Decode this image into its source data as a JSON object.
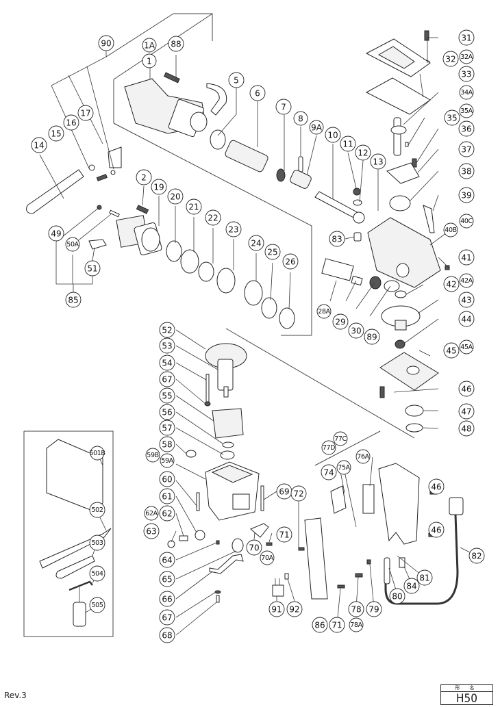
{
  "diagram": {
    "title": "Exploded parts diagram",
    "model_label_caption": "形 名",
    "model": "H50",
    "revision": "Rev.3",
    "accessory_box_items": [
      "501B",
      "502",
      "503",
      "504",
      "505"
    ],
    "callouts": [
      {
        "id": "c90",
        "label": "90"
      },
      {
        "id": "c1A",
        "label": "1A"
      },
      {
        "id": "c88",
        "label": "88"
      },
      {
        "id": "c1",
        "label": "1"
      },
      {
        "id": "c5",
        "label": "5"
      },
      {
        "id": "c6",
        "label": "6"
      },
      {
        "id": "c7",
        "label": "7"
      },
      {
        "id": "c8",
        "label": "8"
      },
      {
        "id": "c9A",
        "label": "9A"
      },
      {
        "id": "c10",
        "label": "10"
      },
      {
        "id": "c11",
        "label": "11"
      },
      {
        "id": "c12",
        "label": "12"
      },
      {
        "id": "c13",
        "label": "13"
      },
      {
        "id": "c17",
        "label": "17"
      },
      {
        "id": "c16",
        "label": "16"
      },
      {
        "id": "c15",
        "label": "15"
      },
      {
        "id": "c14",
        "label": "14"
      },
      {
        "id": "c31",
        "label": "31"
      },
      {
        "id": "c32",
        "label": "32"
      },
      {
        "id": "c32A",
        "label": "32A"
      },
      {
        "id": "c33",
        "label": "33"
      },
      {
        "id": "c34A",
        "label": "34A"
      },
      {
        "id": "c35",
        "label": "35"
      },
      {
        "id": "c35A",
        "label": "35A"
      },
      {
        "id": "c36",
        "label": "36"
      },
      {
        "id": "c37",
        "label": "37"
      },
      {
        "id": "c38",
        "label": "38"
      },
      {
        "id": "c39",
        "label": "39"
      },
      {
        "id": "c40B",
        "label": "40B"
      },
      {
        "id": "c40C",
        "label": "40C"
      },
      {
        "id": "c41",
        "label": "41"
      },
      {
        "id": "c42",
        "label": "42"
      },
      {
        "id": "c42A",
        "label": "42A"
      },
      {
        "id": "c43",
        "label": "43"
      },
      {
        "id": "c44",
        "label": "44"
      },
      {
        "id": "c45",
        "label": "45"
      },
      {
        "id": "c45A",
        "label": "45A"
      },
      {
        "id": "c46a",
        "label": "46"
      },
      {
        "id": "c47",
        "label": "47"
      },
      {
        "id": "c48",
        "label": "48"
      },
      {
        "id": "c83",
        "label": "83"
      },
      {
        "id": "c28A",
        "label": "28A"
      },
      {
        "id": "c29",
        "label": "29"
      },
      {
        "id": "c30",
        "label": "30"
      },
      {
        "id": "c89",
        "label": "89"
      },
      {
        "id": "c2",
        "label": "2"
      },
      {
        "id": "c19",
        "label": "19"
      },
      {
        "id": "c20",
        "label": "20"
      },
      {
        "id": "c21",
        "label": "21"
      },
      {
        "id": "c22",
        "label": "22"
      },
      {
        "id": "c23",
        "label": "23"
      },
      {
        "id": "c24",
        "label": "24"
      },
      {
        "id": "c25",
        "label": "25"
      },
      {
        "id": "c26",
        "label": "26"
      },
      {
        "id": "c49",
        "label": "49"
      },
      {
        "id": "c50A",
        "label": "50A"
      },
      {
        "id": "c51",
        "label": "51"
      },
      {
        "id": "c85",
        "label": "85"
      },
      {
        "id": "c52",
        "label": "52"
      },
      {
        "id": "c53",
        "label": "53"
      },
      {
        "id": "c54",
        "label": "54"
      },
      {
        "id": "c67a",
        "label": "67"
      },
      {
        "id": "c55",
        "label": "55"
      },
      {
        "id": "c56",
        "label": "56"
      },
      {
        "id": "c57",
        "label": "57"
      },
      {
        "id": "c58",
        "label": "58"
      },
      {
        "id": "c59B",
        "label": "59B"
      },
      {
        "id": "c59A",
        "label": "59A"
      },
      {
        "id": "c60",
        "label": "60"
      },
      {
        "id": "c61",
        "label": "61"
      },
      {
        "id": "c62A",
        "label": "62A"
      },
      {
        "id": "c62",
        "label": "62"
      },
      {
        "id": "c63",
        "label": "63"
      },
      {
        "id": "c64",
        "label": "64"
      },
      {
        "id": "c65",
        "label": "65"
      },
      {
        "id": "c66",
        "label": "66"
      },
      {
        "id": "c67b",
        "label": "67"
      },
      {
        "id": "c68",
        "label": "68"
      },
      {
        "id": "c69",
        "label": "69"
      },
      {
        "id": "c70",
        "label": "70"
      },
      {
        "id": "c70A",
        "label": "70A"
      },
      {
        "id": "c71a",
        "label": "71"
      },
      {
        "id": "c72",
        "label": "72"
      },
      {
        "id": "c91",
        "label": "91"
      },
      {
        "id": "c92",
        "label": "92"
      },
      {
        "id": "c77C",
        "label": "77C"
      },
      {
        "id": "c77D",
        "label": "77D"
      },
      {
        "id": "c76A",
        "label": "76A"
      },
      {
        "id": "c75A",
        "label": "75A"
      },
      {
        "id": "c74",
        "label": "74"
      },
      {
        "id": "c46b",
        "label": "46"
      },
      {
        "id": "c46c",
        "label": "46"
      },
      {
        "id": "c82",
        "label": "82"
      },
      {
        "id": "c81",
        "label": "81"
      },
      {
        "id": "c84",
        "label": "84"
      },
      {
        "id": "c80",
        "label": "80"
      },
      {
        "id": "c79",
        "label": "79"
      },
      {
        "id": "c78",
        "label": "78"
      },
      {
        "id": "c78A",
        "label": "78A"
      },
      {
        "id": "c71b",
        "label": "71"
      },
      {
        "id": "c86",
        "label": "86"
      },
      {
        "id": "c501B",
        "label": "501B"
      },
      {
        "id": "c502",
        "label": "502"
      },
      {
        "id": "c503",
        "label": "503"
      },
      {
        "id": "c504",
        "label": "504"
      },
      {
        "id": "c505",
        "label": "505"
      }
    ]
  }
}
